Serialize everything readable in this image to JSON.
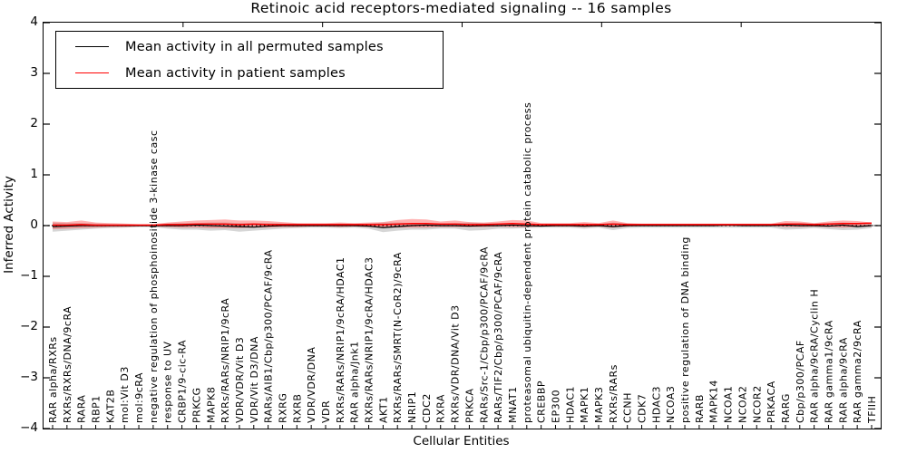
{
  "title": "Retinoic acid receptors-mediated signaling -- 16 samples",
  "legend": {
    "items": [
      {
        "label": "Mean activity in all permuted samples",
        "color": "#000000"
      },
      {
        "label": "Mean activity in patient samples",
        "color": "#ff0000"
      }
    ]
  },
  "axes": {
    "ylabel": "Inferred Activity",
    "xlabel": "Cellular Entities",
    "ytick_labels": [
      "4",
      "3",
      "2",
      "1",
      "0",
      "−1",
      "−2",
      "−3",
      "−4"
    ],
    "ylim": [
      -4,
      4
    ]
  },
  "chart_data": {
    "type": "line",
    "title": "Retinoic acid receptors-mediated signaling -- 16 samples",
    "xlabel": "Cellular Entities",
    "ylabel": "Inferred Activity",
    "ylim": [
      -4,
      4
    ],
    "grid": false,
    "legend_position": "upper left",
    "zero_line": {
      "style": "dotted",
      "y": 0,
      "color": "#000000"
    },
    "categories": [
      "RAR alpha/RXRs",
      "RXRs/RXRs/DNA/9cRA",
      "RARA",
      "RBP1",
      "KAT2B",
      "mol:Vit D3",
      "mol:9cRA",
      "negative regulation of phosphoinositide 3-kinase casc",
      "response to UV",
      "CRBP1/9-cic-RA",
      "PRKCG",
      "MAPK8",
      "RXRs/RARs/NRIP1/9cRA",
      "VDR/VDR/Vit D3",
      "VDR/Vit D3/DNA",
      "RARs/AIB1/Cbp/p300/PCAF/9cRA",
      "RXRG",
      "RXRB",
      "VDR/VDR/DNA",
      "VDR",
      "RXRs/RARs/NRIP1/9cRA/HDAC1",
      "RAR alpha/Jnk1",
      "RXRs/RARs/NRIP1/9cRA/HDAC3",
      "AKT1",
      "RXRs/RARs/SMRT(N-CoR2)/9cRA",
      "NRIP1",
      "CDC2",
      "RXRA",
      "RXRs/VDR/DNA/Vit D3",
      "PRKCA",
      "RARs/Src-1/Cbp/p300/PCAF/9cRA",
      "RARs/TIF2/Cbp/p300/PCAF/9cRA",
      "MNAT1",
      "proteasomal ubiquitin-dependent protein catabolic process",
      "CREBBP",
      "EP300",
      "HDAC1",
      "MAPK1",
      "MAPK3",
      "RXRs/RARs",
      "CCNH",
      "CDK7",
      "HDAC3",
      "NCOA3",
      "positive regulation of DNA binding",
      "RARB",
      "MAPK14",
      "NCOA1",
      "NCOA2",
      "NCOR2",
      "PRKACA",
      "RARG",
      "Cbp/p300/PCAF",
      "RAR alpha/9cRA/Cyclin H",
      "RAR gamma1/9cRA",
      "RAR alpha/9cRA",
      "RAR gamma2/9cRA",
      "TFIIH"
    ],
    "series": [
      {
        "name": "Mean activity in all permuted samples",
        "color": "#000000",
        "values": [
          -0.02,
          -0.01,
          0,
          0,
          0,
          0,
          0,
          0,
          0,
          0,
          0.01,
          0,
          -0.01,
          -0.02,
          -0.03,
          -0.01,
          0,
          0,
          0,
          0,
          0,
          0,
          -0.01,
          -0.04,
          -0.02,
          0,
          0.01,
          0,
          0,
          -0.01,
          0,
          0,
          0.01,
          0,
          -0.01,
          0,
          0,
          -0.01,
          0,
          -0.02,
          0,
          0,
          0,
          0,
          0,
          0,
          0,
          0.01,
          0,
          0,
          0,
          0.01,
          0,
          0,
          -0.01,
          0.01,
          -0.02,
          0
        ]
      },
      {
        "name": "Mean activity in patient samples",
        "color": "#ff0000",
        "values": [
          0.01,
          0.01,
          0.02,
          0.01,
          0.01,
          0.01,
          0.01,
          0.01,
          0.02,
          0.02,
          0.03,
          0.03,
          0.03,
          0.02,
          0.03,
          0.02,
          0.02,
          0.02,
          0.02,
          0.02,
          0.02,
          0.02,
          0.02,
          0.02,
          0.03,
          0.04,
          0.04,
          0.03,
          0.03,
          0.02,
          0.02,
          0.03,
          0.04,
          0.03,
          0.02,
          0.02,
          0.02,
          0.02,
          0.02,
          0.03,
          0.02,
          0.02,
          0.02,
          0.02,
          0.02,
          0.02,
          0.02,
          0.02,
          0.02,
          0.02,
          0.02,
          0.03,
          0.03,
          0.02,
          0.03,
          0.04,
          0.04,
          0.05
        ]
      }
    ],
    "bands": [
      {
        "name": "permuted-samples-range",
        "color": "#808080",
        "opacity": 0.32,
        "upper": [
          0.06,
          0.05,
          0.05,
          0.04,
          0.03,
          0.03,
          0.02,
          0.02,
          0.04,
          0.05,
          0.05,
          0.06,
          0.06,
          0.05,
          0.05,
          0.05,
          0.04,
          0.04,
          0.03,
          0.03,
          0.04,
          0.03,
          0.04,
          0.06,
          0.06,
          0.05,
          0.05,
          0.04,
          0.05,
          0.06,
          0.05,
          0.04,
          0.05,
          0.04,
          0.03,
          0.03,
          0.03,
          0.04,
          0.03,
          0.06,
          0.04,
          0.03,
          0.03,
          0.03,
          0.03,
          0.03,
          0.03,
          0.03,
          0.03,
          0.03,
          0.03,
          0.05,
          0.05,
          0.04,
          0.05,
          0.06,
          0.05,
          0.04
        ],
        "lower": [
          -0.12,
          -0.1,
          -0.08,
          -0.06,
          -0.05,
          -0.04,
          -0.03,
          -0.03,
          -0.06,
          -0.08,
          -0.08,
          -0.1,
          -0.09,
          -0.12,
          -0.1,
          -0.08,
          -0.06,
          -0.05,
          -0.04,
          -0.04,
          -0.05,
          -0.04,
          -0.06,
          -0.13,
          -0.1,
          -0.08,
          -0.08,
          -0.06,
          -0.06,
          -0.1,
          -0.09,
          -0.06,
          -0.06,
          -0.05,
          -0.04,
          -0.04,
          -0.04,
          -0.06,
          -0.04,
          -0.09,
          -0.05,
          -0.04,
          -0.04,
          -0.04,
          -0.04,
          -0.04,
          -0.04,
          -0.04,
          -0.04,
          -0.04,
          -0.04,
          -0.08,
          -0.07,
          -0.05,
          -0.07,
          -0.09,
          -0.08,
          -0.05
        ]
      },
      {
        "name": "patient-samples-range",
        "color": "#ff0000",
        "opacity": 0.3,
        "upper": [
          0.08,
          0.07,
          0.1,
          0.06,
          0.05,
          0.04,
          0.03,
          0.03,
          0.06,
          0.08,
          0.1,
          0.11,
          0.12,
          0.1,
          0.1,
          0.09,
          0.07,
          0.05,
          0.05,
          0.05,
          0.06,
          0.05,
          0.06,
          0.07,
          0.11,
          0.13,
          0.12,
          0.08,
          0.1,
          0.07,
          0.06,
          0.08,
          0.11,
          0.1,
          0.05,
          0.05,
          0.05,
          0.07,
          0.05,
          0.1,
          0.05,
          0.04,
          0.04,
          0.04,
          0.04,
          0.04,
          0.04,
          0.04,
          0.04,
          0.04,
          0.04,
          0.09,
          0.08,
          0.05,
          0.08,
          0.1,
          0.09,
          0.06
        ],
        "lower": [
          -0.07,
          -0.06,
          -0.05,
          -0.04,
          -0.03,
          -0.03,
          -0.02,
          -0.02,
          -0.03,
          -0.04,
          -0.04,
          -0.05,
          -0.05,
          -0.05,
          -0.04,
          -0.04,
          -0.03,
          -0.03,
          -0.02,
          -0.02,
          -0.03,
          -0.02,
          -0.03,
          -0.04,
          -0.04,
          -0.04,
          -0.04,
          -0.03,
          -0.03,
          -0.03,
          -0.03,
          -0.02,
          -0.03,
          -0.03,
          -0.02,
          -0.02,
          -0.02,
          -0.03,
          -0.02,
          -0.04,
          -0.02,
          -0.01,
          -0.01,
          -0.01,
          -0.01,
          -0.01,
          -0.01,
          -0.01,
          -0.01,
          -0.01,
          -0.01,
          -0.03,
          -0.03,
          -0.02,
          -0.03,
          -0.04,
          -0.03,
          -0.02
        ]
      }
    ]
  }
}
